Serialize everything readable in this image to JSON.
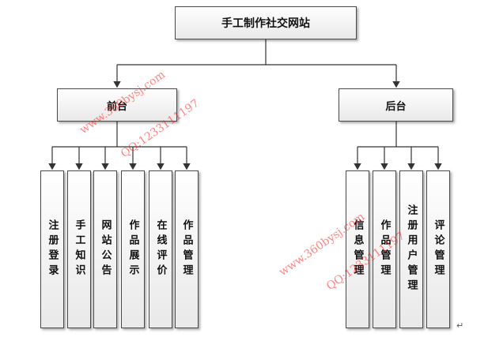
{
  "root": {
    "label": "手工制作社交网站"
  },
  "front": {
    "label": "前台",
    "children": [
      "注册登录",
      "手工知识",
      "网站公告",
      "作品展示",
      "在线评价",
      "作品管理"
    ]
  },
  "back": {
    "label": "后台",
    "children": [
      "信息管理",
      "作品管理",
      "注册用户管理",
      "评论管理"
    ]
  },
  "watermark": {
    "site": "www.360bysj.com",
    "qq": "QQ:1233111197"
  },
  "return_mark": "↵"
}
